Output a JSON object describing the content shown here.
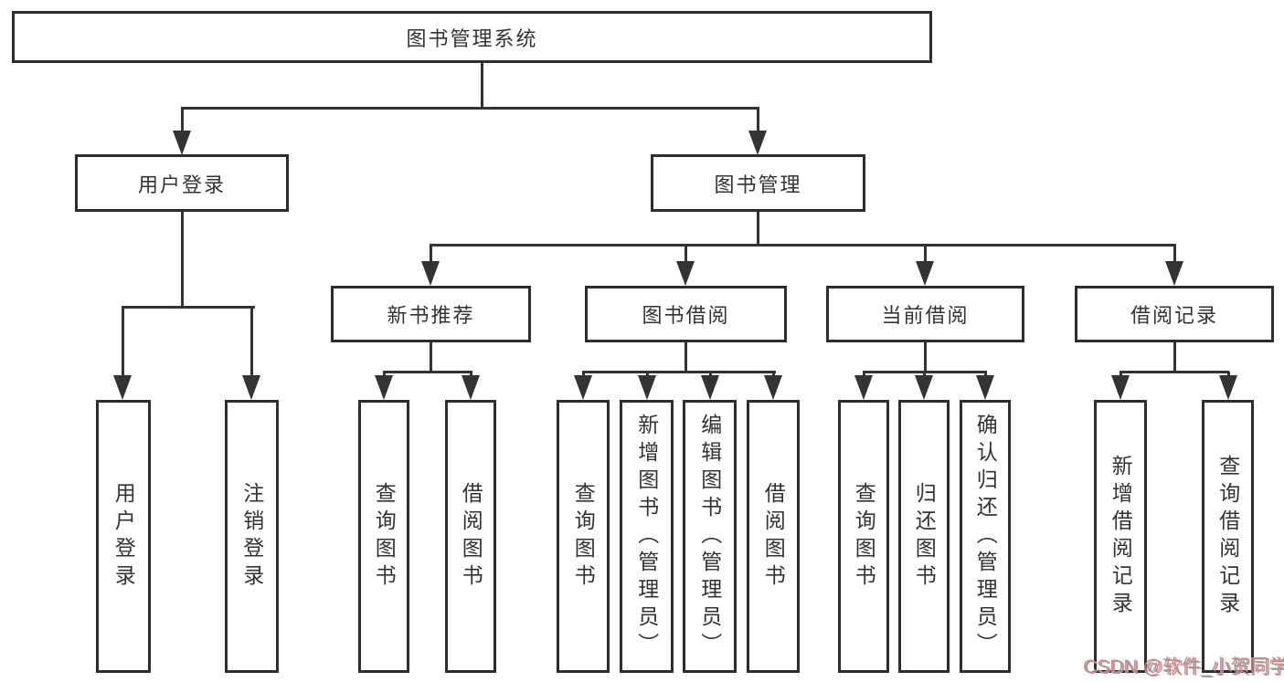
{
  "diagram": {
    "root": {
      "label": "图书管理系统"
    },
    "level2": [
      {
        "label": "用户登录"
      },
      {
        "label": "图书管理"
      }
    ],
    "level3": [
      {
        "label": "新书推荐"
      },
      {
        "label": "图书借阅"
      },
      {
        "label": "当前借阅"
      },
      {
        "label": "借阅记录"
      }
    ],
    "level4": {
      "user_login": [
        {
          "label": "用户登录"
        },
        {
          "label": "注销登录"
        }
      ],
      "new_book_recommend": [
        {
          "label": "查询图书"
        },
        {
          "label": "借阅图书"
        }
      ],
      "book_borrowing": [
        {
          "label": "查询图书"
        },
        {
          "label": "新增图书（管理员）"
        },
        {
          "label": "编辑图书（管理员）"
        },
        {
          "label": "借阅图书"
        }
      ],
      "current_borrowing": [
        {
          "label": "查询图书"
        },
        {
          "label": "归还图书"
        },
        {
          "label": "确认归还（管理员）"
        }
      ],
      "borrowing_records": [
        {
          "label": "新增借阅记录"
        },
        {
          "label": "查询借阅记录"
        }
      ]
    }
  },
  "watermark": {
    "text": "CSDN @软件_小贺同学"
  },
  "colors": {
    "line": "#333333",
    "border": "#2d2d2d",
    "text": "#333333",
    "background": "#ffffff",
    "watermark_gray": "#9e9e9e",
    "watermark_red": "#e87c7c"
  }
}
